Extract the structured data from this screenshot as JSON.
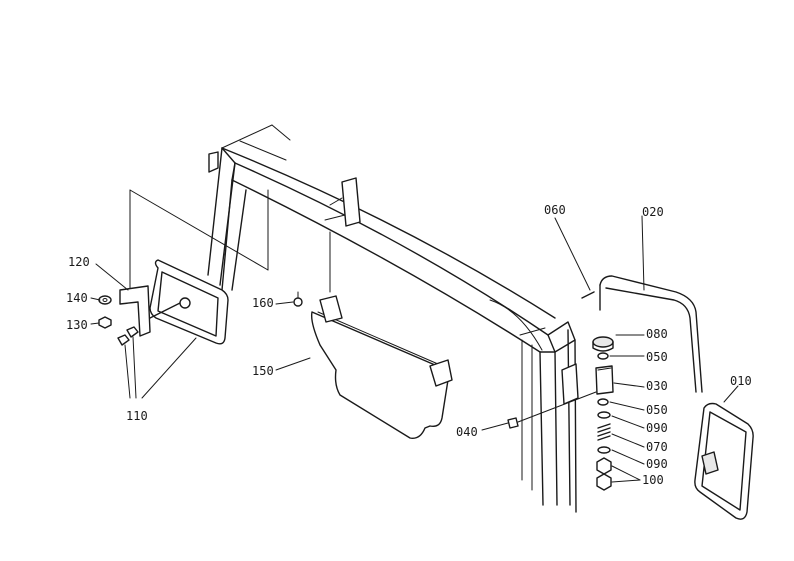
{
  "callouts": [
    {
      "id": "p010",
      "text": "010"
    },
    {
      "id": "p020",
      "text": "020"
    },
    {
      "id": "p030",
      "text": "030"
    },
    {
      "id": "p040",
      "text": "040"
    },
    {
      "id": "p050a",
      "text": "050"
    },
    {
      "id": "p050b",
      "text": "050"
    },
    {
      "id": "p060",
      "text": "060"
    },
    {
      "id": "p070",
      "text": "070"
    },
    {
      "id": "p080",
      "text": "080"
    },
    {
      "id": "p090a",
      "text": "090"
    },
    {
      "id": "p090b",
      "text": "090"
    },
    {
      "id": "p100",
      "text": "100"
    },
    {
      "id": "p110",
      "text": "110"
    },
    {
      "id": "p120",
      "text": "120"
    },
    {
      "id": "p130",
      "text": "130"
    },
    {
      "id": "p140",
      "text": "140"
    },
    {
      "id": "p150",
      "text": "150"
    },
    {
      "id": "p160",
      "text": "160"
    }
  ]
}
